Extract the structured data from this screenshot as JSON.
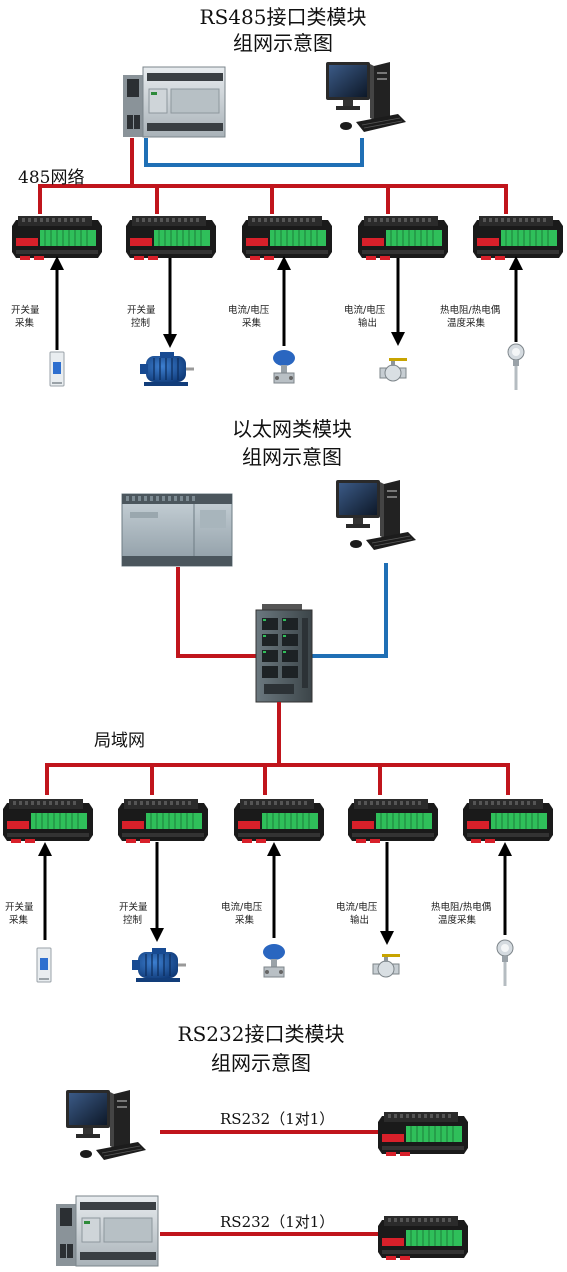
{
  "sections": [
    {
      "title_line1": "RS485接口类模块",
      "title_line2": "组网示意图",
      "network_label": "485网络",
      "modules": [
        {
          "label1": "开关量",
          "label2": "采集",
          "direction": "up",
          "sensor": "switch-icon"
        },
        {
          "label1": "开关量",
          "label2": "控制",
          "direction": "down",
          "sensor": "motor-icon"
        },
        {
          "label1": "电流/电压",
          "label2": "采集",
          "direction": "up",
          "sensor": "transmitter-icon"
        },
        {
          "label1": "电流/电压",
          "label2": "输出",
          "direction": "down",
          "sensor": "valve-icon"
        },
        {
          "label1": "热电阻/热电偶",
          "label2": "温度采集",
          "direction": "up",
          "sensor": "thermometer-icon"
        }
      ]
    },
    {
      "title_line1": "以太网类模块",
      "title_line2": "组网示意图",
      "network_label": "局域网",
      "modules": [
        {
          "label1": "开关量",
          "label2": "采集",
          "direction": "up",
          "sensor": "switch-icon"
        },
        {
          "label1": "开关量",
          "label2": "控制",
          "direction": "down",
          "sensor": "motor-icon"
        },
        {
          "label1": "电流/电压",
          "label2": "采集",
          "direction": "up",
          "sensor": "transmitter-icon"
        },
        {
          "label1": "电流/电压",
          "label2": "输出",
          "direction": "down",
          "sensor": "valve-icon"
        },
        {
          "label1": "热电阻/热电偶",
          "label2": "温度采集",
          "direction": "up",
          "sensor": "thermometer-icon"
        }
      ]
    },
    {
      "title_line1": "RS232接口类模块",
      "title_line2": "组网示意图",
      "links": [
        {
          "label": "RS232（1对1）",
          "device": "computer-icon"
        },
        {
          "label": "RS232（1对1）",
          "device": "plc-icon"
        }
      ]
    }
  ],
  "colors": {
    "network": "#c0151c",
    "pc_link": "#1f6fb5",
    "module_green": "#2fbf5a",
    "module_red": "#d8202a"
  }
}
